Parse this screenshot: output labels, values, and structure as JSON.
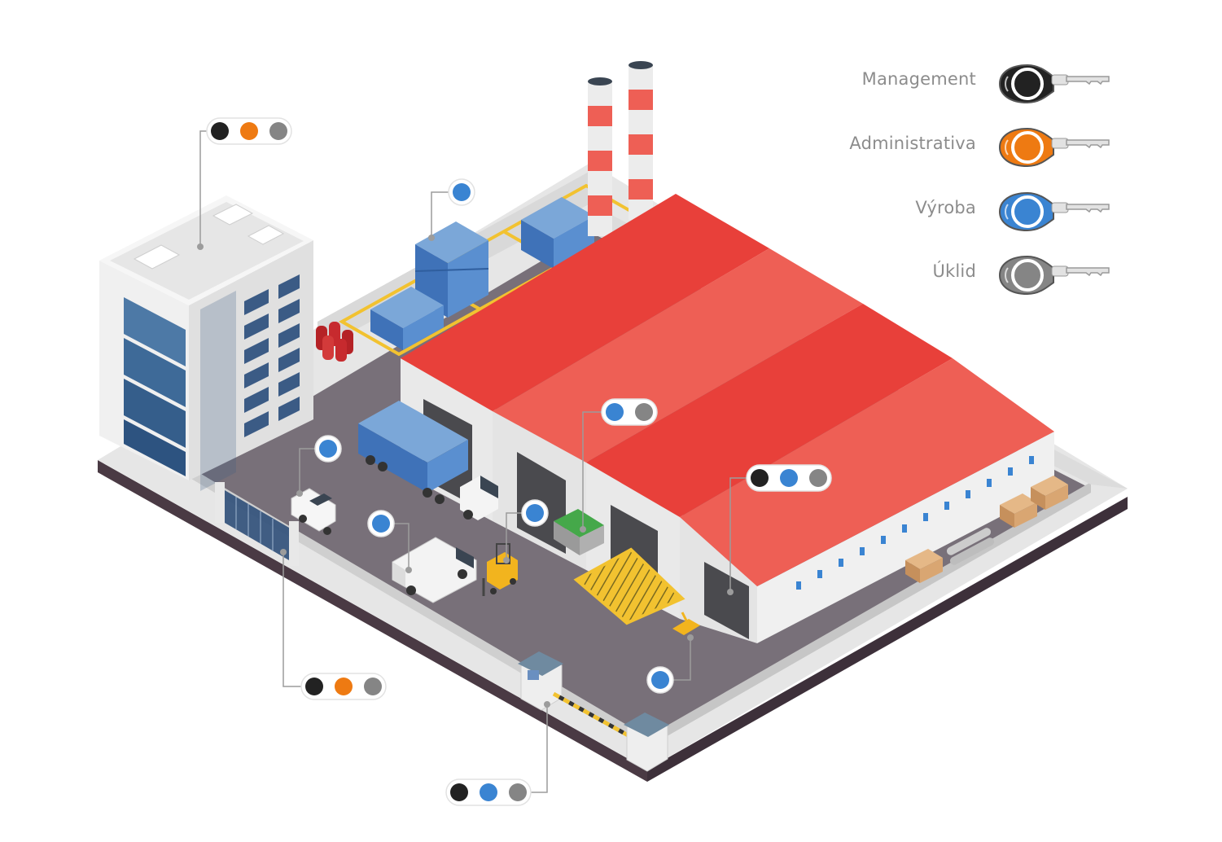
{
  "colors": {
    "management": "#222222",
    "administrativa": "#ee7a12",
    "vyroba": "#3a84d2",
    "uklid": "#858585",
    "roof": "#e8403a",
    "roof_light": "#ee5f55",
    "ground": "#787079",
    "wall": "#f1f1f1"
  },
  "legend": [
    {
      "label": "Management",
      "role": "management"
    },
    {
      "label": "Administrativa",
      "role": "administrativa"
    },
    {
      "label": "Výroba",
      "role": "vyroba"
    },
    {
      "label": "Úklid",
      "role": "uklid"
    }
  ],
  "access_points": [
    {
      "id": "office-building",
      "roles": [
        "management",
        "administrativa",
        "uklid"
      ]
    },
    {
      "id": "container-yard",
      "roles": [
        "vyroba"
      ]
    },
    {
      "id": "hall-door",
      "roles": [
        "vyroba",
        "uklid"
      ]
    },
    {
      "id": "warehouse-door",
      "roles": [
        "management",
        "vyroba",
        "uklid"
      ]
    },
    {
      "id": "company-car",
      "roles": [
        "vyroba"
      ]
    },
    {
      "id": "delivery-van",
      "roles": [
        "vyroba"
      ]
    },
    {
      "id": "forklift",
      "roles": [
        "vyroba"
      ]
    },
    {
      "id": "main-gate",
      "roles": [
        "management",
        "administrativa",
        "uklid"
      ]
    },
    {
      "id": "pallet-jack",
      "roles": [
        "vyroba"
      ]
    },
    {
      "id": "gatehouse",
      "roles": [
        "management",
        "vyroba",
        "uklid"
      ]
    }
  ]
}
